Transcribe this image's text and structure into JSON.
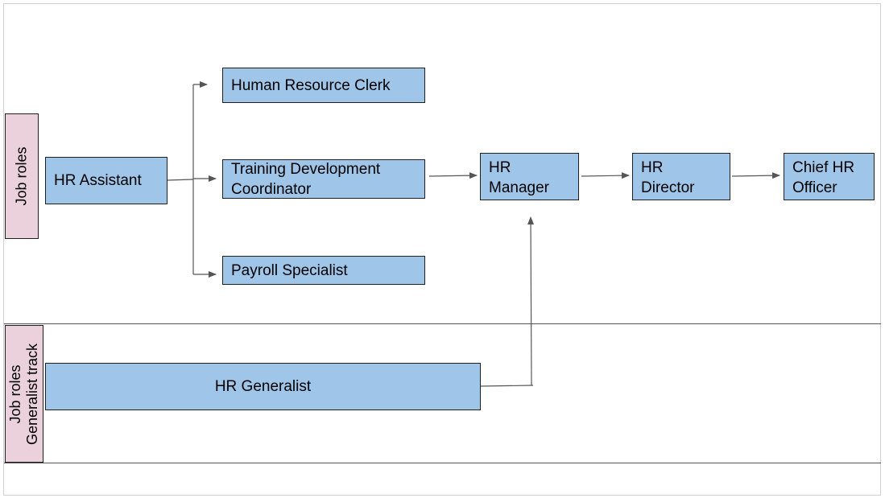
{
  "lanes": {
    "job_roles": {
      "label": "Job roles"
    },
    "generalist": {
      "label_line1": "Job roles",
      "label_line2": "Generalist track"
    }
  },
  "nodes": {
    "hr_assistant": "HR Assistant",
    "hr_clerk": "Human Resource Clerk",
    "training_line1": "Training Development",
    "training_line2": "Coordinator",
    "payroll": "Payroll Specialist",
    "hr_manager_line1": "HR",
    "hr_manager_line2": "Manager",
    "hr_director_line1": "HR",
    "hr_director_line2": "Director",
    "chro_line1": "Chief HR",
    "chro_line2": "Officer",
    "hr_generalist": "HR Generalist"
  },
  "colors": {
    "role_box": "#9fc5e8",
    "lane_label": "#ead1dc",
    "arrow": "#555555"
  }
}
